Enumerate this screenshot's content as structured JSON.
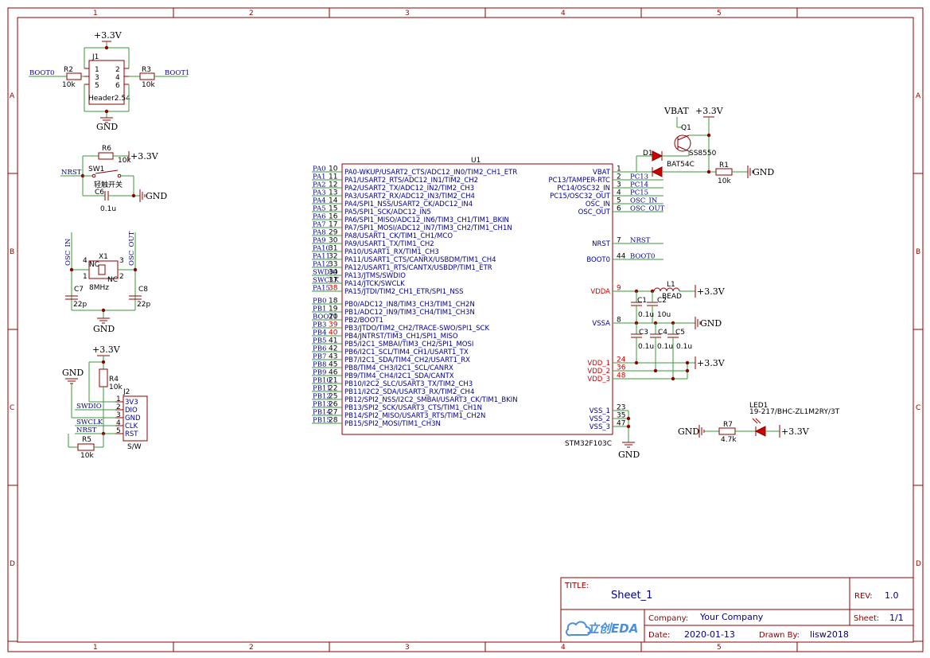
{
  "grid": {
    "columns": [
      "1",
      "2",
      "3",
      "4",
      "5"
    ],
    "rows": [
      "A",
      "B",
      "C",
      "D"
    ]
  },
  "power": {
    "p33": "+3.3V",
    "gnd": "GND",
    "vbat": "VBAT"
  },
  "boot_block": {
    "j1_ref": "J1",
    "j1_val": "Header2.54",
    "j1_pins": [
      "1",
      "2",
      "3",
      "4",
      "5",
      "6"
    ],
    "r2_ref": "R2",
    "r2_val": "10k",
    "r3_ref": "R3",
    "r3_val": "10k",
    "net_boot0": "BOOT0",
    "net_boot1": "BOOT1"
  },
  "reset_block": {
    "r6_ref": "R6",
    "r6_val": "10k",
    "sw_ref": "SW1",
    "sw_val": "轻触开关",
    "c6_ref": "C6",
    "c6_val": "0.1u",
    "net_nrst": "NRST"
  },
  "osc_block": {
    "x1_ref": "X1",
    "x1_val": "8MHz",
    "nc1": "NC",
    "nc2": "NC",
    "pins": [
      "4",
      "3",
      "1",
      "2"
    ],
    "c7_ref": "C7",
    "c7_val": "22p",
    "c8_ref": "C8",
    "c8_val": "22p",
    "net_in": "OSC_IN",
    "net_out": "OSC_OUT"
  },
  "swd_block": {
    "r4_ref": "R4",
    "r4_val": "10k",
    "r5_ref": "R5",
    "r5_val": "10k",
    "j2_ref": "J2",
    "j2_val": "S/W",
    "pins": [
      {
        "num": "1",
        "name": "3V3"
      },
      {
        "num": "2",
        "name": "DIO"
      },
      {
        "num": "3",
        "name": "GND"
      },
      {
        "num": "4",
        "name": "CLK"
      },
      {
        "num": "5",
        "name": "RST"
      }
    ],
    "nets": [
      "SWDIO",
      "SWCLK",
      "NRST"
    ]
  },
  "mcu": {
    "ref": "U1",
    "val": "STM32F103C",
    "left_pins": [
      {
        "net": "PA0",
        "num": "10",
        "name": "PA0-WKUP/USART2_CTS/ADC12_IN0/TIM2_CH1_ETR",
        "red": false
      },
      {
        "net": "PA1",
        "num": "11",
        "name": "PA1/USART2_RTS/ADC12_IN1/TIM2_CH2",
        "red": false
      },
      {
        "net": "PA2",
        "num": "12",
        "name": "PA2/USART2_TX/ADC12_IN2/TIM2_CH3",
        "red": false
      },
      {
        "net": "PA3",
        "num": "13",
        "name": "PA3/USART2_RX/ADC12_IN3/TIM2_CH4",
        "red": false
      },
      {
        "net": "PA4",
        "num": "14",
        "name": "PA4/SPI1_NSS/USART2_CK/ADC12_IN4",
        "red": false
      },
      {
        "net": "PA5",
        "num": "15",
        "name": "PA5/SPI1_SCK/ADC12_IN5",
        "red": false
      },
      {
        "net": "PA6",
        "num": "16",
        "name": "PA6/SPI1_MISO/ADC12_IN6/TIM3_CH1/TIM1_BKIN",
        "red": false
      },
      {
        "net": "PA7",
        "num": "17",
        "name": "PA7/SPI1_MOSI/ADC12_IN7/TIM3_CH2/TIM1_CH1N",
        "red": false
      },
      {
        "net": "PA8",
        "num": "29",
        "name": "PA8/USART1_CK/TIM1_CH1/MCO",
        "red": false
      },
      {
        "net": "PA9",
        "num": "30",
        "name": "PA9/USART1_TX/TIM1_CH2",
        "red": false
      },
      {
        "net": "PA10",
        "num": "31",
        "name": "PA10/USART1_RX/TIM1_CH3",
        "red": false
      },
      {
        "net": "PA11",
        "num": "32",
        "name": "PA11/USART1_CTS/CANRX/USBDM/TIM1_CH4",
        "red": false
      },
      {
        "net": "PA12",
        "num": "33",
        "name": "PA12/USART1_RTS/CANTX/USBDP/TIM1_ETR",
        "red": false
      },
      {
        "net": "SWDIO",
        "num": "34",
        "name": "PA13/JTMS/SWDIO",
        "red": false
      },
      {
        "net": "SWCLK",
        "num": "37",
        "name": "PA14/JTCK/SWCLK",
        "red": false
      },
      {
        "net": "PA15",
        "num": "38",
        "name": "PA15/JTDI/TIM2_CH1_ETR/SPI1_NSS",
        "red": true
      },
      {
        "net": "PB0",
        "num": "18",
        "name": "PB0/ADC12_IN8/TIM3_CH3/TIM1_CH2N",
        "red": false
      },
      {
        "net": "PB1",
        "num": "19",
        "name": "PB1/ADC12_IN9/TIM3_CH4/TIM1_CH3N",
        "red": false
      },
      {
        "net": "BOOT1",
        "num": "20",
        "name": "PB2/BOOT1",
        "red": false
      },
      {
        "net": "PB3",
        "num": "39",
        "name": "PB3/JTDO/TIM2_CH2/TRACE-SWO/SPI1_SCK",
        "red": true
      },
      {
        "net": "PB4",
        "num": "40",
        "name": "PB4/JNTRST/TIM3_CH1/SPI1_MISO",
        "red": true
      },
      {
        "net": "PB5",
        "num": "41",
        "name": "PB5/I2C1_SMBAI/TIM3_CH2/SPI1_MOSI",
        "red": false
      },
      {
        "net": "PB6",
        "num": "42",
        "name": "PB6/I2C1_SCL/TIM4_CH1/USART1_TX",
        "red": false
      },
      {
        "net": "PB7",
        "num": "43",
        "name": "PB7/I2C1_SDA/TIM4_CH2/USART1_RX",
        "red": false
      },
      {
        "net": "PB8",
        "num": "45",
        "name": "PB8/TIM4_CH3/I2C1_SCL/CANRX",
        "red": false
      },
      {
        "net": "PB9",
        "num": "46",
        "name": "PB9/TIM4_CH4/I2C1_SDA/CANTX",
        "red": false
      },
      {
        "net": "PB10",
        "num": "21",
        "name": "PB10/I2C2_SLC/USART3_TX/TIM2_CH3",
        "red": false
      },
      {
        "net": "PB11",
        "num": "22",
        "name": "PB11/I2C2_SDA/USART3_RX/TIM2_CH4",
        "red": false
      },
      {
        "net": "PB12",
        "num": "25",
        "name": "PB12/SPI2_NSS/I2C2_SMBAI/USART3_CK/TIM1_BKIN",
        "red": false
      },
      {
        "net": "PB13",
        "num": "26",
        "name": "PB13/SPI2_SCK/USART3_CTS/TIM1_CH1N",
        "red": false
      },
      {
        "net": "PB14",
        "num": "27",
        "name": "PB14/SPI2_MISO/USART3_RTS/TIM1_CH2N",
        "red": false
      },
      {
        "net": "PB15",
        "num": "28",
        "name": "PB15/SPI2_MOSI/TIM1_CH3N",
        "red": false
      }
    ],
    "right_pins": [
      {
        "name": "VBAT",
        "num": "1",
        "net": "",
        "red": false
      },
      {
        "name": "PC13/TAMPER-RTC",
        "num": "2",
        "net": "PC13",
        "red": false
      },
      {
        "name": "PC14/OSC32_IN",
        "num": "3",
        "net": "PC14",
        "red": false
      },
      {
        "name": "PC15/OSC32_OUT",
        "num": "4",
        "net": "PC15",
        "red": false
      },
      {
        "name": "OSC_IN",
        "num": "5",
        "net": "OSC_IN",
        "red": false
      },
      {
        "name": "OSC_OUT",
        "num": "6",
        "net": "OSC_OUT",
        "red": false
      },
      {
        "name": "NRST",
        "num": "7",
        "net": "NRST",
        "red": false
      },
      {
        "name": "BOOT0",
        "num": "44",
        "net": "BOOT0",
        "red": false
      },
      {
        "name": "VDDA",
        "num": "9",
        "net": "",
        "red": true
      },
      {
        "name": "VSSA",
        "num": "8",
        "net": "",
        "red": false
      },
      {
        "name": "VDD_1",
        "num": "24",
        "net": "",
        "red": true
      },
      {
        "name": "VDD_2",
        "num": "36",
        "net": "",
        "red": true
      },
      {
        "name": "VDD_3",
        "num": "48",
        "net": "",
        "red": true
      },
      {
        "name": "VSS_1",
        "num": "23",
        "net": "",
        "red": false
      },
      {
        "name": "VSS_2",
        "num": "35",
        "net": "",
        "red": false
      },
      {
        "name": "VSS_3",
        "num": "47",
        "net": "",
        "red": false
      }
    ]
  },
  "vbat_block": {
    "q1_ref": "Q1",
    "q1_val": "SS8550",
    "d1_ref": "D1",
    "d1_val": "BAT54C",
    "r1_ref": "R1",
    "r1_val": "10k"
  },
  "decoupling": {
    "l1_ref": "L1",
    "l1_val": "BEAD",
    "c1_ref": "C1",
    "c1_val": "0.1u",
    "c2_ref": "C2",
    "c2_val": "10u",
    "c3_ref": "C3",
    "c3_val": "0.1u",
    "c4_ref": "C4",
    "c4_val": "0.1u",
    "c5_ref": "C5",
    "c5_val": "0.1u"
  },
  "led_block": {
    "led_ref": "LED1",
    "led_val": "19-217/BHC-ZL1M2RY/3T",
    "r7_ref": "R7",
    "r7_val": "4.7k"
  },
  "title_block": {
    "title_label": "TITLE:",
    "title": "Sheet_1",
    "rev_label": "REV:",
    "rev": "1.0",
    "company_label": "Company:",
    "company": "Your Company",
    "sheet_label": "Sheet:",
    "sheet": "1/1",
    "date_label": "Date:",
    "date": "2020-01-13",
    "drawn_label": "Drawn By:",
    "drawn": "lisw2018",
    "logo_text": "立创EDA"
  }
}
